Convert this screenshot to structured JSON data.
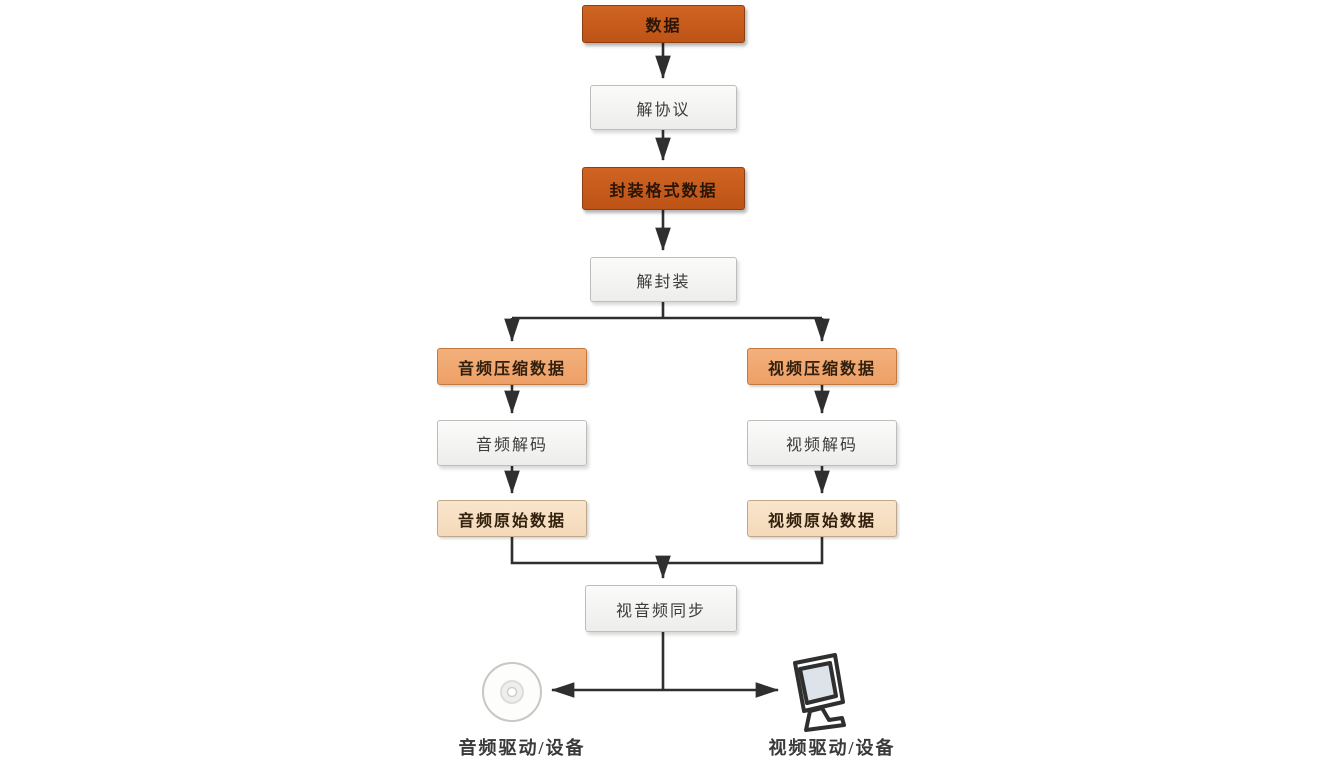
{
  "diagram": {
    "description": "media playback pipeline flowchart",
    "nodes": {
      "data": {
        "label": "数据",
        "style": "primary"
      },
      "parse_protocol": {
        "label": "解协议",
        "style": "plain"
      },
      "container_data": {
        "label": "封装格式数据",
        "style": "primary"
      },
      "demux": {
        "label": "解封装",
        "style": "plain"
      },
      "audio_compressed": {
        "label": "音频压缩数据",
        "style": "mid"
      },
      "video_compressed": {
        "label": "视频压缩数据",
        "style": "mid"
      },
      "audio_decode": {
        "label": "音频解码",
        "style": "plain"
      },
      "video_decode": {
        "label": "视频解码",
        "style": "plain"
      },
      "audio_raw": {
        "label": "音频原始数据",
        "style": "light"
      },
      "video_raw": {
        "label": "视频原始数据",
        "style": "light"
      },
      "av_sync": {
        "label": "视音频同步",
        "style": "plain"
      }
    },
    "devices": {
      "audio_device": {
        "label": "音频驱动/设备",
        "icon": "disc-icon"
      },
      "video_device": {
        "label": "视频驱动/设备",
        "icon": "monitor-icon"
      }
    },
    "colors": {
      "primary_fill": "#c45a1b",
      "primary_border": "#8e3f10",
      "compressed_fill": "#f0a870",
      "compressed_border": "#c27a3f",
      "raw_fill": "#f7dfc3",
      "raw_border": "#bfa888",
      "plain_fill": "#f4f4f2",
      "plain_border": "#bdbdbd",
      "connector": "#2f2f2f",
      "background": "#ffffff"
    }
  }
}
